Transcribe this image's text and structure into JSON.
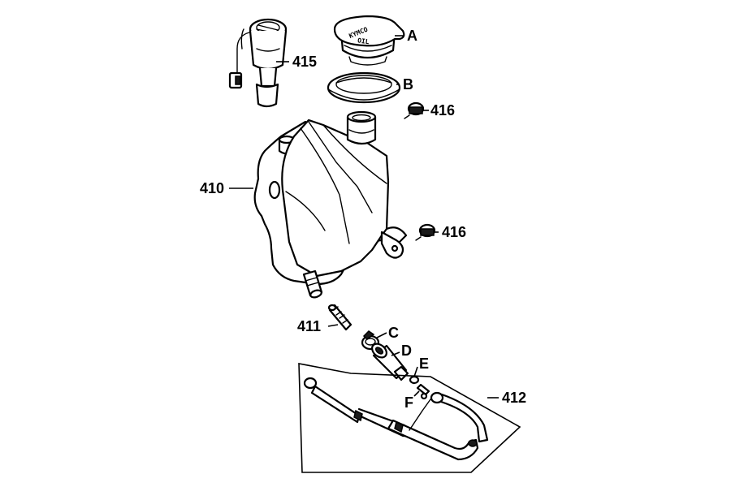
{
  "labels": {
    "l415": "415",
    "lA": "A",
    "lB": "B",
    "l416a": "416",
    "l410": "410",
    "l416b": "416",
    "l411": "411",
    "lC": "C",
    "lD": "D",
    "lE": "E",
    "lF": "F",
    "l412": "412"
  },
  "cap": {
    "brand": "KYMCO",
    "oil": "OIL"
  },
  "colors": {
    "line": "#000000",
    "background": "#ffffff"
  }
}
